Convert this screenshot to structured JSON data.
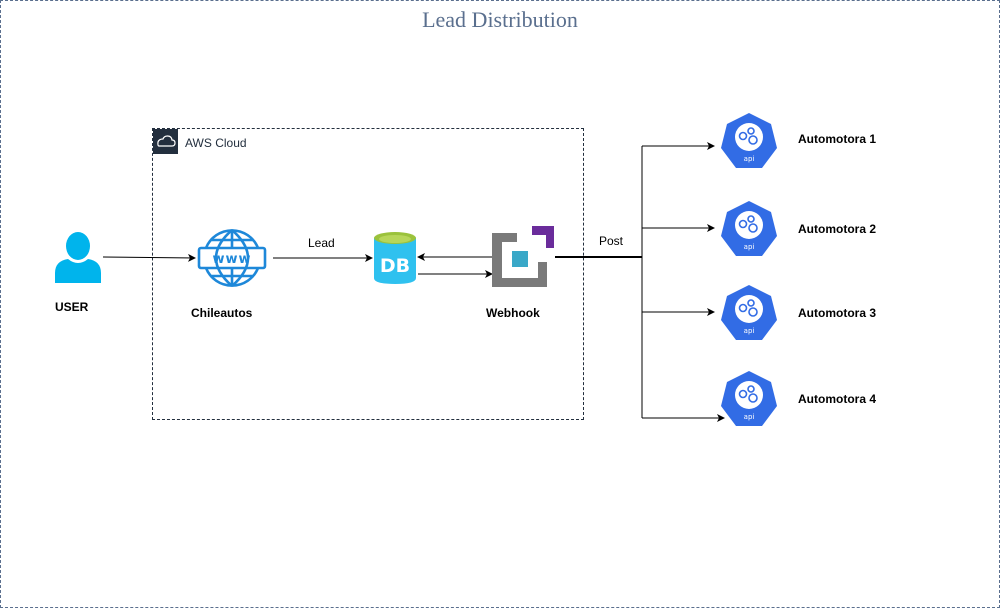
{
  "diagram": {
    "title": "Lead Distribution",
    "group": {
      "label": "AWS Cloud",
      "icon": "aws-cloud-icon"
    },
    "nodes": {
      "user": {
        "label": "USER",
        "icon": "user-icon"
      },
      "chileautos": {
        "label": "Chileautos",
        "icon": "www-globe-icon"
      },
      "db": {
        "label": "",
        "icon_text": "DB",
        "icon": "database-icon"
      },
      "webhook": {
        "label": "Webhook",
        "icon": "webhook-icon"
      },
      "targets": [
        {
          "label": "Automotora 1",
          "icon": "api-icon",
          "icon_text": "api"
        },
        {
          "label": "Automotora 2",
          "icon": "api-icon",
          "icon_text": "api"
        },
        {
          "label": "Automotora 3",
          "icon": "api-icon",
          "icon_text": "api"
        },
        {
          "label": "Automotora 4",
          "icon": "api-icon",
          "icon_text": "api"
        }
      ]
    },
    "edges": [
      {
        "from": "USER",
        "to": "Chileautos",
        "label": ""
      },
      {
        "from": "Chileautos",
        "to": "DB",
        "label": "Lead"
      },
      {
        "from": "Webhook",
        "to": "DB",
        "label": ""
      },
      {
        "from": "DB",
        "to": "Webhook",
        "label": ""
      },
      {
        "from": "Webhook",
        "to": "Automotoras",
        "label": "Post"
      }
    ],
    "colors": {
      "title": "#5a6f8e",
      "aws_dark": "#232f3e",
      "user_blue": "#00b4ec",
      "www_blue": "#1e88d9",
      "db_blue": "#2fc1ef",
      "db_top": "#9bc23c",
      "webhook_gray": "#7a7a7a",
      "webhook_purple": "#6a2c9b",
      "webhook_teal": "#3aa8c8",
      "api_blue": "#326ce5"
    }
  }
}
